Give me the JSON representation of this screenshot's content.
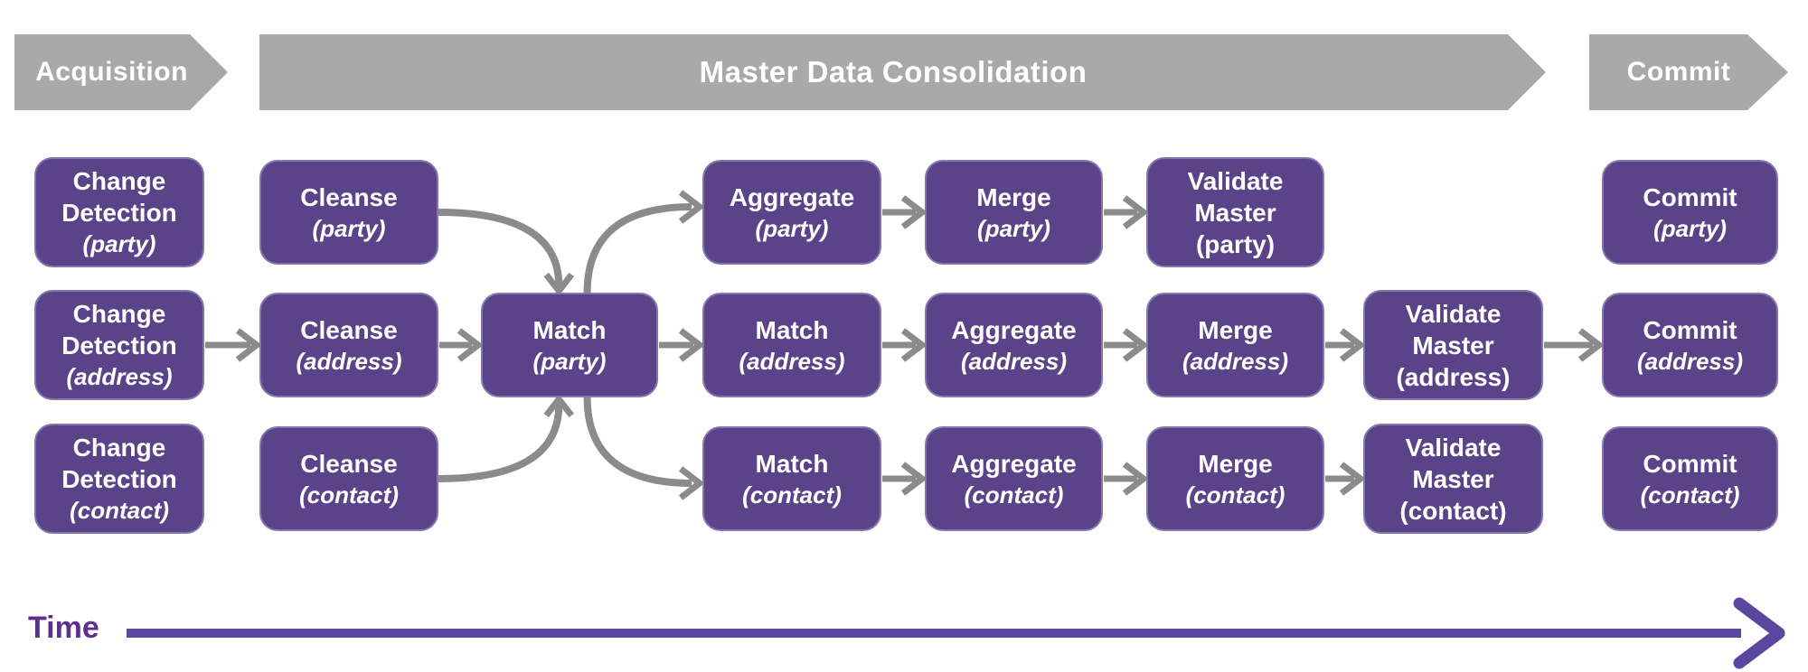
{
  "banners": [
    {
      "id": "acquisition",
      "label": "Acquisition"
    },
    {
      "id": "master-data-consolidation",
      "label": "Master Data Consolidation"
    },
    {
      "id": "commit",
      "label": "Commit"
    }
  ],
  "lanes": [
    "party",
    "address",
    "contact"
  ],
  "boxes": [
    {
      "id": "change-detection-party",
      "title_lines": [
        "Change",
        "Detection"
      ],
      "qualifier": "(party)",
      "qualifier_italic": true,
      "row": "party",
      "col": 1
    },
    {
      "id": "change-detection-address",
      "title_lines": [
        "Change",
        "Detection"
      ],
      "qualifier": "(address)",
      "qualifier_italic": true,
      "row": "address",
      "col": 1
    },
    {
      "id": "change-detection-contact",
      "title_lines": [
        "Change",
        "Detection"
      ],
      "qualifier": "(contact)",
      "qualifier_italic": true,
      "row": "contact",
      "col": 1
    },
    {
      "id": "cleanse-party",
      "title_lines": [
        "Cleanse"
      ],
      "qualifier": "(party)",
      "qualifier_italic": true,
      "row": "party",
      "col": 2
    },
    {
      "id": "cleanse-address",
      "title_lines": [
        "Cleanse"
      ],
      "qualifier": "(address)",
      "qualifier_italic": true,
      "row": "address",
      "col": 2
    },
    {
      "id": "cleanse-contact",
      "title_lines": [
        "Cleanse"
      ],
      "qualifier": "(contact)",
      "qualifier_italic": true,
      "row": "contact",
      "col": 2
    },
    {
      "id": "match-party",
      "title_lines": [
        "Match"
      ],
      "qualifier": "(party)",
      "qualifier_italic": true,
      "row": "address",
      "col": 3
    },
    {
      "id": "aggregate-party",
      "title_lines": [
        "Aggregate"
      ],
      "qualifier": "(party)",
      "qualifier_italic": true,
      "row": "party",
      "col": 4
    },
    {
      "id": "match-address",
      "title_lines": [
        "Match"
      ],
      "qualifier": "(address)",
      "qualifier_italic": true,
      "row": "address",
      "col": 4
    },
    {
      "id": "match-contact",
      "title_lines": [
        "Match"
      ],
      "qualifier": "(contact)",
      "qualifier_italic": true,
      "row": "contact",
      "col": 4
    },
    {
      "id": "merge-party",
      "title_lines": [
        "Merge"
      ],
      "qualifier": "(party)",
      "qualifier_italic": true,
      "row": "party",
      "col": 5
    },
    {
      "id": "aggregate-address",
      "title_lines": [
        "Aggregate"
      ],
      "qualifier": "(address)",
      "qualifier_italic": true,
      "row": "address",
      "col": 5
    },
    {
      "id": "aggregate-contact",
      "title_lines": [
        "Aggregate"
      ],
      "qualifier": "(contact)",
      "qualifier_italic": true,
      "row": "contact",
      "col": 5
    },
    {
      "id": "validate-master-party",
      "title_lines": [
        "Validate",
        "Master"
      ],
      "qualifier": "(party)",
      "qualifier_italic": false,
      "row": "party",
      "col": 6
    },
    {
      "id": "merge-address",
      "title_lines": [
        "Merge"
      ],
      "qualifier": "(address)",
      "qualifier_italic": true,
      "row": "address",
      "col": 6
    },
    {
      "id": "merge-contact",
      "title_lines": [
        "Merge"
      ],
      "qualifier": "(contact)",
      "qualifier_italic": true,
      "row": "contact",
      "col": 6
    },
    {
      "id": "validate-master-address",
      "title_lines": [
        "Validate",
        "Master"
      ],
      "qualifier": "(address)",
      "qualifier_italic": false,
      "row": "address",
      "col": 7
    },
    {
      "id": "validate-master-contact",
      "title_lines": [
        "Validate",
        "Master"
      ],
      "qualifier": "(contact)",
      "qualifier_italic": false,
      "row": "contact",
      "col": 7
    },
    {
      "id": "commit-party",
      "title_lines": [
        "Commit"
      ],
      "qualifier": "(party)",
      "qualifier_italic": true,
      "row": "party",
      "col": 8
    },
    {
      "id": "commit-address",
      "title_lines": [
        "Commit"
      ],
      "qualifier": "(address)",
      "qualifier_italic": true,
      "row": "address",
      "col": 8
    },
    {
      "id": "commit-contact",
      "title_lines": [
        "Commit"
      ],
      "qualifier": "(contact)",
      "qualifier_italic": true,
      "row": "contact",
      "col": 8
    }
  ],
  "connections": {
    "straight": [
      {
        "from": "change-detection-address",
        "to": "cleanse-address"
      },
      {
        "from": "cleanse-address",
        "to": "match-party"
      },
      {
        "from": "match-party",
        "to": "match-address"
      },
      {
        "from": "match-address",
        "to": "aggregate-address"
      },
      {
        "from": "aggregate-address",
        "to": "merge-address"
      },
      {
        "from": "merge-address",
        "to": "validate-master-address"
      },
      {
        "from": "validate-master-address",
        "to": "commit-address"
      },
      {
        "from": "aggregate-party",
        "to": "merge-party"
      },
      {
        "from": "merge-party",
        "to": "validate-master-party"
      },
      {
        "from": "match-contact",
        "to": "aggregate-contact"
      },
      {
        "from": "aggregate-contact",
        "to": "merge-contact"
      },
      {
        "from": "merge-contact",
        "to": "validate-master-contact"
      }
    ],
    "curved": [
      {
        "from": "cleanse-party",
        "to": "match-party",
        "via": "right-to-top"
      },
      {
        "from": "cleanse-contact",
        "to": "match-party",
        "via": "right-to-bottom"
      },
      {
        "from": "match-party",
        "to": "aggregate-party",
        "via": "top-to-left"
      },
      {
        "from": "match-party",
        "to": "match-contact",
        "via": "bottom-to-left"
      }
    ]
  },
  "timeline": {
    "label": "Time"
  },
  "colors": {
    "box_fill": "#5b4389",
    "box_border": "#8376ad",
    "banner_gray": "#a9a9a9",
    "arrow_gray": "#8b8b8b",
    "time_line": "#5b47a0",
    "time_text": "#5e2f92"
  }
}
